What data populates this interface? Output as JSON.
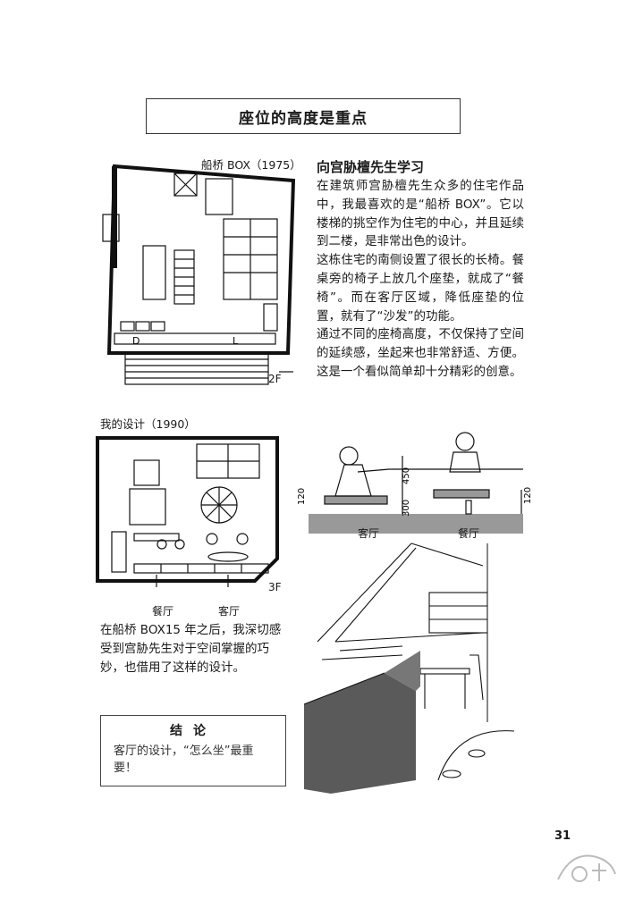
{
  "title": "座位的高度是重点",
  "plan1": {
    "caption": "船桥 BOX（1975）",
    "floor": "2F",
    "label_d": "D",
    "label_l": "L"
  },
  "plan2": {
    "caption": "我的设计（1990）",
    "floor": "3F",
    "label_dining": "餐厅",
    "label_living": "客厅"
  },
  "section": {
    "heading": "向宫胁檀先生学习",
    "paragraphs": [
      "在建筑师宫胁檀先生众多的住宅作品中，我最喜欢的是“船桥 BOX”。它以楼梯的挑空作为住宅的中心，并且延续到二楼，是非常出色的设计。",
      "这栋住宅的南侧设置了很长的长椅。餐桌旁的椅子上放几个座垫，就成了“餐椅”。而在客厅区域，降低座垫的位置，就有了“沙发”的功能。",
      "通过不同的座椅高度，不仅保持了空间的延续感，坐起来也非常舒适、方便。这是一个看似简单却十分精彩的创意。"
    ]
  },
  "seat_diagram": {
    "dim_left_120": "120",
    "dim_450": "450",
    "dim_300": "300",
    "dim_right_120": "120",
    "label_living": "客厅",
    "label_dining": "餐厅"
  },
  "note": "在船桥 BOX15 年之后，我深切感受到宫胁先生对于空间掌握的巧妙，也借用了这样的设计。",
  "conclusion": {
    "title": "结论",
    "body": "客厅的设计，“怎么坐”最重要！"
  },
  "page_number": "31"
}
